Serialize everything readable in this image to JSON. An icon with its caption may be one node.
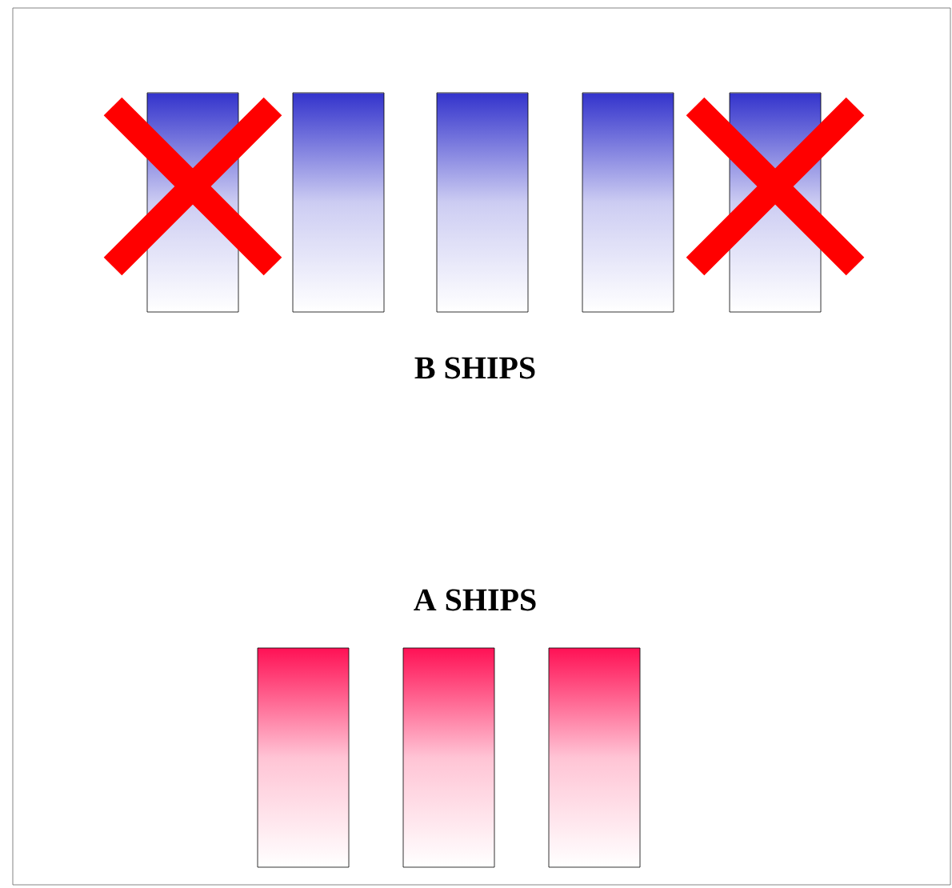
{
  "diagram": {
    "nodes": [
      {
        "text": [],
        "shape": "bar"
      },
      {
        "text": [],
        "shape": "bar"
      },
      {
        "text": [],
        "shape": "bar"
      },
      {
        "text": [],
        "shape": "bar"
      },
      {
        "text": [],
        "shape": "bar"
      },
      {
        "text": [],
        "shape": "bar"
      },
      {
        "text": [],
        "shape": "bar"
      },
      {
        "text": [],
        "shape": "bar"
      }
    ],
    "labels": [
      "B SHIPS",
      "A SHIPS"
    ]
  }
}
